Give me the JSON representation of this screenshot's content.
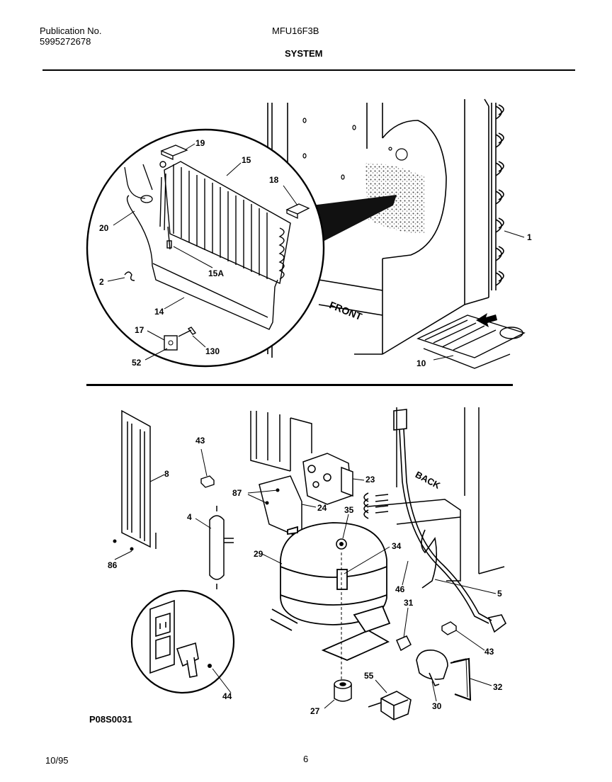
{
  "header": {
    "publication_label": "Publication No.",
    "publication_number": "5995272678",
    "model": "MFU16F3B",
    "section": "SYSTEM"
  },
  "footer": {
    "date": "10/95",
    "page": "6",
    "figure_code": "P08S0031"
  },
  "upper_diagram": {
    "front_label": "FRONT",
    "callouts": [
      "19",
      "15",
      "18",
      "20",
      "15A",
      "2",
      "14",
      "17",
      "130",
      "52",
      "1",
      "10"
    ]
  },
  "lower_diagram": {
    "back_label": "BACK",
    "callouts": [
      "43",
      "8",
      "87",
      "23",
      "24",
      "4",
      "35",
      "29",
      "34",
      "86",
      "46",
      "5",
      "31",
      "43",
      "55",
      "32",
      "44",
      "27",
      "30"
    ]
  }
}
